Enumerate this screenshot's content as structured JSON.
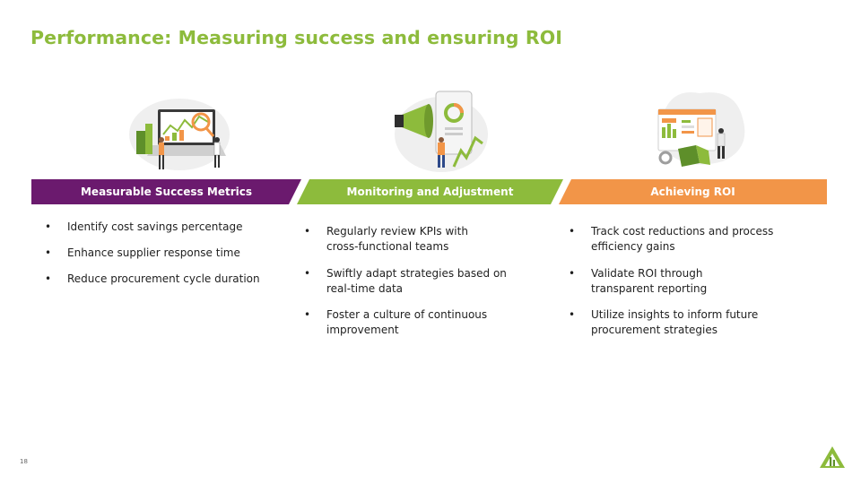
{
  "slide": {
    "title": "Performance: Measuring success and ensuring ROI",
    "page_number": "18"
  },
  "columns": [
    {
      "heading": "Measurable Success Metrics",
      "color": "#6b1a6e",
      "illustration": "laptop-analytics-illustration",
      "bullets": [
        "Identify cost savings percentage",
        "Enhance supplier response time",
        "Reduce procurement cycle duration"
      ]
    },
    {
      "heading": "Monitoring and Adjustment",
      "color": "#8dbb3c",
      "illustration": "megaphone-monitoring-illustration",
      "bullets": [
        "Regularly review KPIs with\ncross-functional teams",
        "Swiftly adapt strategies based on\nreal-time data",
        "Foster a culture of continuous\nimprovement"
      ]
    },
    {
      "heading": "Achieving ROI",
      "color": "#f29548",
      "illustration": "roi-dashboard-illustration",
      "bullets": [
        "Track cost reductions and process\nefficiency gains",
        "Validate ROI through\ntransparent reporting",
        "Utilize insights to inform future\nprocurement strategies"
      ]
    }
  ],
  "colors": {
    "title": "#8dbb3c",
    "purple": "#6b1a6e",
    "green": "#8dbb3c",
    "orange": "#f29548"
  }
}
